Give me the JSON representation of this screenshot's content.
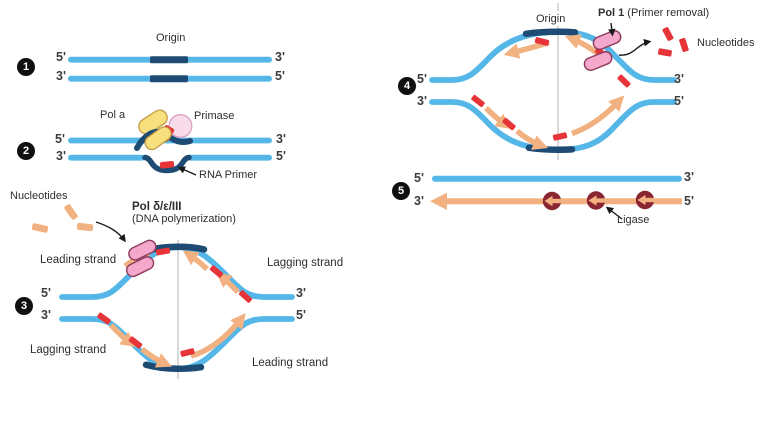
{
  "figure": {
    "subject": "DNA replication steps diagram"
  },
  "colors": {
    "parental_strand": "#55b7e8",
    "origin_segment": "#1d4b73",
    "rna_primer": "#e63438",
    "new_strand": "#f2b180",
    "polymerase_pink": "#f3a8cc",
    "pol_alpha_yellow": "#f7e07d",
    "primase_pink": "#f8dcea",
    "ligase_maroon": "#8a2532",
    "step_badge": "#101010"
  },
  "step1": {
    "num": "1",
    "origin": "Origin",
    "tl": "5'",
    "tr": "3'",
    "bl": "3'",
    "br": "5'"
  },
  "step2": {
    "num": "2",
    "pol_a": "Pol a",
    "primase": "Primase",
    "rna_primer": "RNA Primer",
    "tl": "5'",
    "tr": "3'",
    "bl": "3'",
    "br": "5'"
  },
  "step3": {
    "num": "3",
    "nucleotides": "Nucleotides",
    "enzyme": "Pol δ/ε/III",
    "enzyme_sub": "(DNA polymerization)",
    "leading_top_left": "Leading strand",
    "lagging_top_right": "Lagging strand",
    "lagging_bottom_left": "Lagging strand",
    "leading_bottom_right": "Leading strand",
    "tl": "5'",
    "tr": "3'",
    "bl": "3'",
    "br": "5'"
  },
  "step4": {
    "num": "4",
    "origin": "Origin",
    "pol1": "Pol 1",
    "pol1_sub": "(Primer removal)",
    "nucleotides": "Nucleotides",
    "tl": "5'",
    "tr": "3'",
    "bl": "3'",
    "br": "5'"
  },
  "step5": {
    "num": "5",
    "ligase": "Ligase",
    "tl": "5'",
    "tr": "3'",
    "bl": "3'",
    "br": "5'"
  }
}
